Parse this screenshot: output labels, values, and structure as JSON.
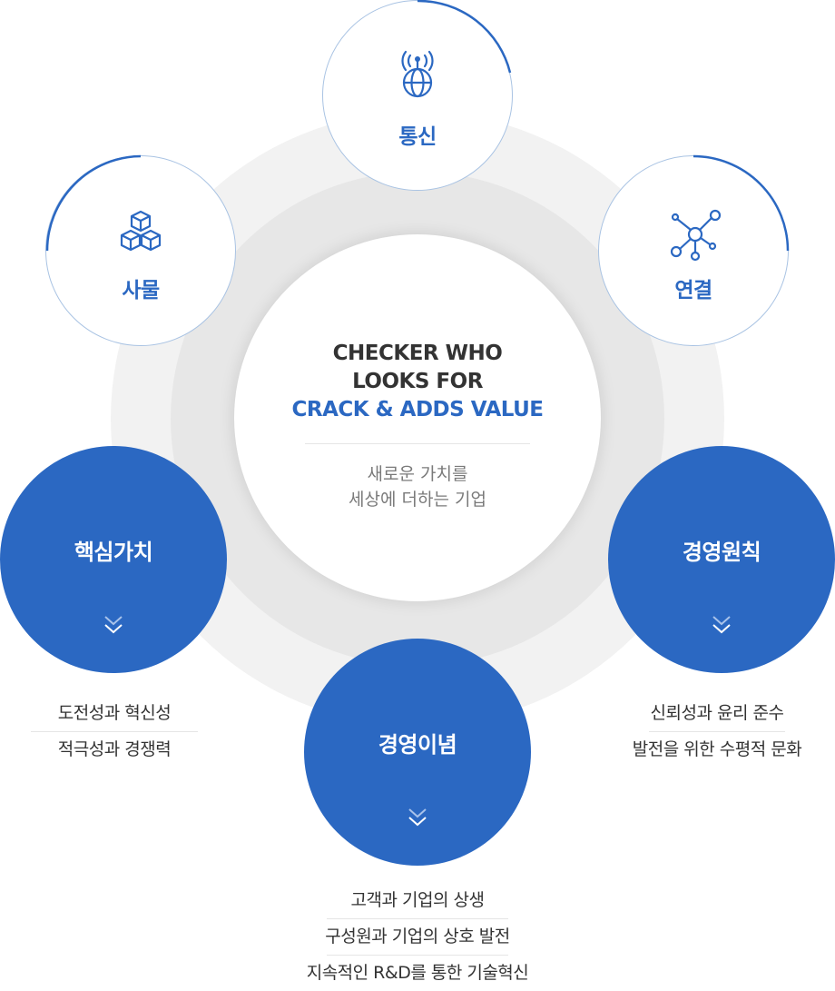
{
  "center": {
    "line1": "CHECKER WHO",
    "line2": "LOOKS FOR",
    "line3": "CRACK & ADDS VALUE",
    "sub1": "새로운 가치를",
    "sub2": "세상에 더하는 기업"
  },
  "nodes": {
    "communication": {
      "label": "통신",
      "icon": "antenna-globe-icon"
    },
    "things": {
      "label": "사물",
      "icon": "cubes-icon"
    },
    "connection": {
      "label": "연결",
      "icon": "network-nodes-icon"
    }
  },
  "pillars": {
    "core_values": {
      "label": "핵심가치",
      "items": [
        "도전성과 혁신성",
        "적극성과 경쟁력"
      ]
    },
    "management_principles": {
      "label": "경영원칙",
      "items": [
        "신뢰성과 윤리 준수",
        "발전을 위한 수평적 문화"
      ]
    },
    "management_philosophy": {
      "label": "경영이념",
      "items": [
        "고객과 기업의 상생",
        "구성원과 기업의 상호 발전",
        "지속적인 R&D를 통한 기술혁신"
      ]
    }
  },
  "colors": {
    "accent": "#2b68c2",
    "ring_outer": "#f2f2f2",
    "ring_inner": "#e7e7e7",
    "text_dark": "#333333",
    "text_muted": "#7a7a7a"
  }
}
